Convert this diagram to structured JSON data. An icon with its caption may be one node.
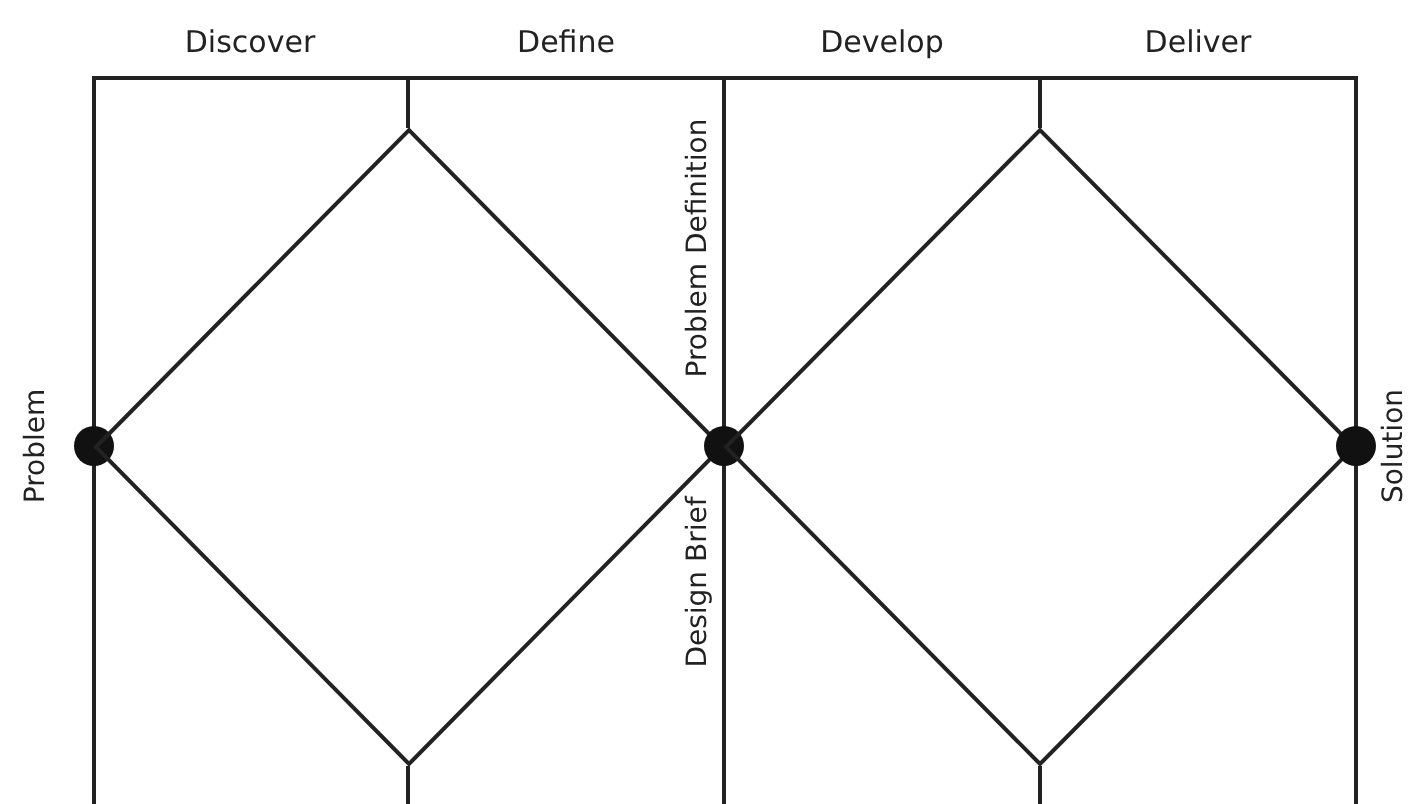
{
  "diagram": {
    "nodes": [
      {
        "text": [],
        "shape": "circle",
        "beside": [
          "Problem"
        ]
      },
      {
        "text": [],
        "shape": "diamond"
      },
      {
        "text": [],
        "shape": "circle"
      },
      {
        "text": [],
        "shape": "diamond"
      },
      {
        "text": [],
        "shape": "circle",
        "beside": [
          "Solution"
        ]
      }
    ],
    "labels": [
      "Discover",
      "Define",
      "Develop",
      "Deliver",
      "Problem Definition",
      "Design Brief"
    ]
  }
}
